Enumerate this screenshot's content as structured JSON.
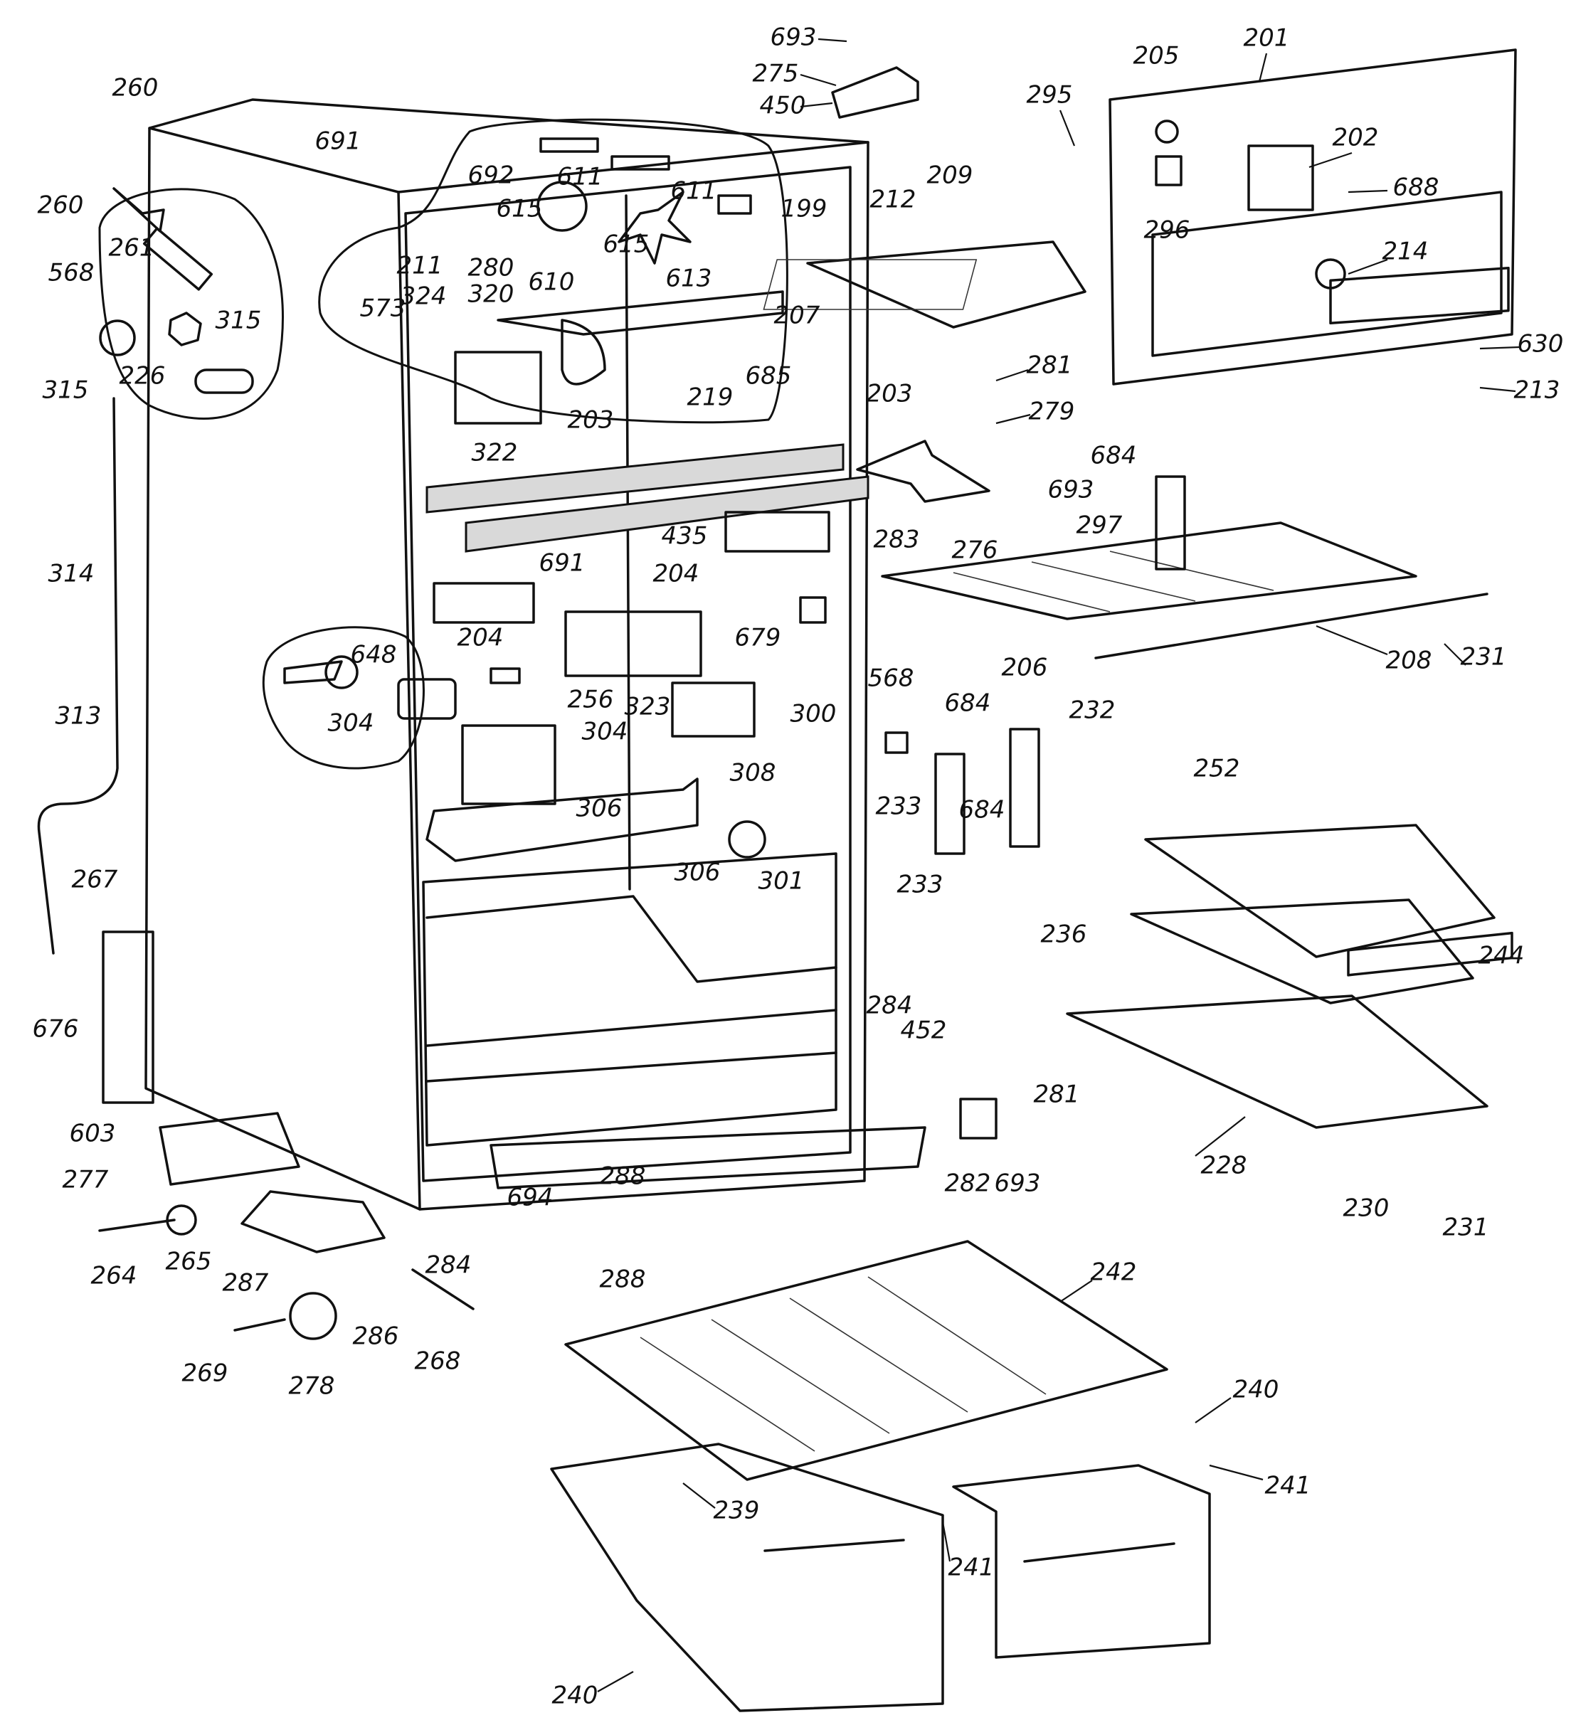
{
  "diagram": {
    "callouts": [
      {
        "id": "c1",
        "number": "693"
      },
      {
        "id": "c2",
        "number": "275"
      },
      {
        "id": "c3",
        "number": "450"
      },
      {
        "id": "c4",
        "number": "295"
      },
      {
        "id": "c5",
        "number": "205"
      },
      {
        "id": "c6",
        "number": "201"
      },
      {
        "id": "c7",
        "number": "202"
      },
      {
        "id": "c8",
        "number": "209"
      },
      {
        "id": "c9",
        "number": "212"
      },
      {
        "id": "c10",
        "number": "296"
      },
      {
        "id": "c11",
        "number": "688"
      },
      {
        "id": "c12",
        "number": "214"
      },
      {
        "id": "c13",
        "number": "630"
      },
      {
        "id": "c14",
        "number": "213"
      },
      {
        "id": "c15",
        "number": "260"
      },
      {
        "id": "c16",
        "number": "691"
      },
      {
        "id": "c17",
        "number": "692"
      },
      {
        "id": "c18",
        "number": "611"
      },
      {
        "id": "c19",
        "number": "611"
      },
      {
        "id": "c20",
        "number": "199"
      },
      {
        "id": "c21",
        "number": "260"
      },
      {
        "id": "c22",
        "number": "261"
      },
      {
        "id": "c23",
        "number": "568"
      },
      {
        "id": "c24",
        "number": "315"
      },
      {
        "id": "c25",
        "number": "315"
      },
      {
        "id": "c26",
        "number": "226"
      },
      {
        "id": "c27",
        "number": "615"
      },
      {
        "id": "c28",
        "number": "615"
      },
      {
        "id": "c29",
        "number": "610"
      },
      {
        "id": "c30",
        "number": "613"
      },
      {
        "id": "c31",
        "number": "211"
      },
      {
        "id": "c32",
        "number": "280"
      },
      {
        "id": "c33",
        "number": "573"
      },
      {
        "id": "c34",
        "number": "324"
      },
      {
        "id": "c35",
        "number": "320"
      },
      {
        "id": "c36",
        "number": "207"
      },
      {
        "id": "c37",
        "number": "685"
      },
      {
        "id": "c38",
        "number": "281"
      },
      {
        "id": "c39",
        "number": "279"
      },
      {
        "id": "c40",
        "number": "219"
      },
      {
        "id": "c41",
        "number": "322"
      },
      {
        "id": "c42",
        "number": "203"
      },
      {
        "id": "c43",
        "number": "203"
      },
      {
        "id": "c44",
        "number": "684"
      },
      {
        "id": "c45",
        "number": "693"
      },
      {
        "id": "c46",
        "number": "297"
      },
      {
        "id": "c47",
        "number": "283"
      },
      {
        "id": "c48",
        "number": "276"
      },
      {
        "id": "c49",
        "number": "314"
      },
      {
        "id": "c50",
        "number": "435"
      },
      {
        "id": "c51",
        "number": "691"
      },
      {
        "id": "c52",
        "number": "204"
      },
      {
        "id": "c53",
        "number": "204"
      },
      {
        "id": "c54",
        "number": "648"
      },
      {
        "id": "c55",
        "number": "679"
      },
      {
        "id": "c56",
        "number": "568"
      },
      {
        "id": "c57",
        "number": "206"
      },
      {
        "id": "c58",
        "number": "208"
      },
      {
        "id": "c59",
        "number": "231"
      },
      {
        "id": "c60",
        "number": "256"
      },
      {
        "id": "c61",
        "number": "323"
      },
      {
        "id": "c62",
        "number": "300"
      },
      {
        "id": "c63",
        "number": "304"
      },
      {
        "id": "c64",
        "number": "304"
      },
      {
        "id": "c65",
        "number": "313"
      },
      {
        "id": "c66",
        "number": "308"
      },
      {
        "id": "c67",
        "number": "684"
      },
      {
        "id": "c68",
        "number": "232"
      },
      {
        "id": "c69",
        "number": "233"
      },
      {
        "id": "c70",
        "number": "684"
      },
      {
        "id": "c71",
        "number": "252"
      },
      {
        "id": "c72",
        "number": "306"
      },
      {
        "id": "c73",
        "number": "306"
      },
      {
        "id": "c74",
        "number": "301"
      },
      {
        "id": "c75",
        "number": "233"
      },
      {
        "id": "c76",
        "number": "267"
      },
      {
        "id": "c77",
        "number": "236"
      },
      {
        "id": "c78",
        "number": "244"
      },
      {
        "id": "c79",
        "number": "284"
      },
      {
        "id": "c80",
        "number": "452"
      },
      {
        "id": "c81",
        "number": "676"
      },
      {
        "id": "c82",
        "number": "281"
      },
      {
        "id": "c83",
        "number": "603"
      },
      {
        "id": "c84",
        "number": "228"
      },
      {
        "id": "c85",
        "number": "277"
      },
      {
        "id": "c86",
        "number": "288"
      },
      {
        "id": "c87",
        "number": "694"
      },
      {
        "id": "c88",
        "number": "693"
      },
      {
        "id": "c89",
        "number": "282"
      },
      {
        "id": "c90",
        "number": "230"
      },
      {
        "id": "c91",
        "number": "231"
      },
      {
        "id": "c92",
        "number": "264"
      },
      {
        "id": "c93",
        "number": "265"
      },
      {
        "id": "c94",
        "number": "287"
      },
      {
        "id": "c95",
        "number": "284"
      },
      {
        "id": "c96",
        "number": "288"
      },
      {
        "id": "c97",
        "number": "286"
      },
      {
        "id": "c98",
        "number": "242"
      },
      {
        "id": "c99",
        "number": "269"
      },
      {
        "id": "c100",
        "number": "268"
      },
      {
        "id": "c101",
        "number": "278"
      },
      {
        "id": "c102",
        "number": "240"
      },
      {
        "id": "c103",
        "number": "241"
      },
      {
        "id": "c104",
        "number": "239"
      },
      {
        "id": "c105",
        "number": "241"
      },
      {
        "id": "c106",
        "number": "240"
      }
    ]
  }
}
